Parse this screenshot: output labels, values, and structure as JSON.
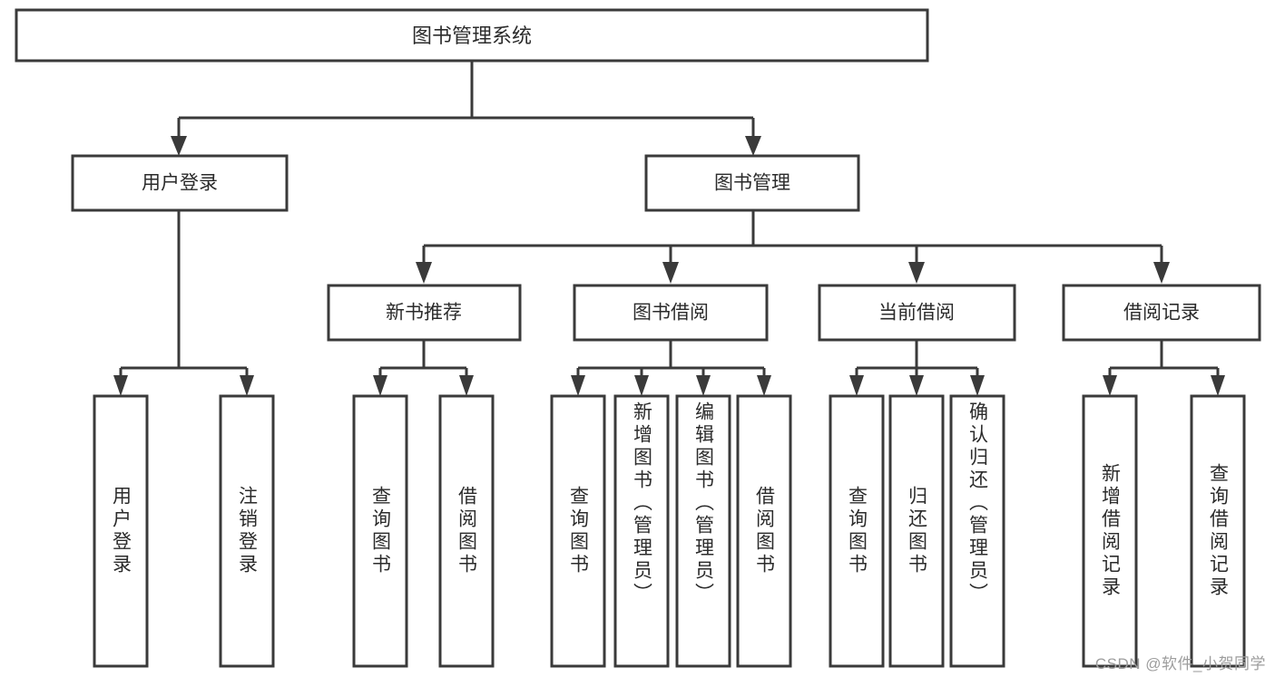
{
  "diagram": {
    "type": "tree-hierarchy-chart",
    "title": "图书管理系统",
    "colors": {
      "stroke": "#3a3a3a",
      "fill": "#ffffff",
      "text": "#2b2b2b",
      "watermark": "#9d9d9d",
      "background": "#ffffff"
    },
    "root": {
      "id": "root",
      "label": "图书管理系统",
      "orientation": "horizontal"
    },
    "level2": [
      {
        "id": "user-login",
        "label": "用户登录",
        "orientation": "horizontal"
      },
      {
        "id": "book-management",
        "label": "图书管理",
        "orientation": "horizontal"
      }
    ],
    "level3": [
      {
        "id": "new-book-recommend",
        "label": "新书推荐",
        "parent": "book-management",
        "orientation": "horizontal"
      },
      {
        "id": "book-borrow",
        "label": "图书借阅",
        "parent": "book-management",
        "orientation": "horizontal"
      },
      {
        "id": "current-borrow",
        "label": "当前借阅",
        "parent": "book-management",
        "orientation": "horizontal"
      },
      {
        "id": "borrow-record",
        "label": "借阅记录",
        "parent": "book-management",
        "orientation": "horizontal"
      }
    ],
    "leaves": [
      {
        "id": "leaf-user-login",
        "label": "用户登录",
        "parent": "user-login",
        "orientation": "vertical"
      },
      {
        "id": "leaf-logout-login",
        "label": "注销登录",
        "parent": "user-login",
        "orientation": "vertical"
      },
      {
        "id": "leaf-query-book-1",
        "label": "查询图书",
        "parent": "new-book-recommend",
        "orientation": "vertical"
      },
      {
        "id": "leaf-borrow-book-1",
        "label": "借阅图书",
        "parent": "new-book-recommend",
        "orientation": "vertical"
      },
      {
        "id": "leaf-query-book-2",
        "label": "查询图书",
        "parent": "book-borrow",
        "orientation": "vertical"
      },
      {
        "id": "leaf-add-book",
        "label": "新增图书（管理员）",
        "parent": "book-borrow",
        "orientation": "vertical"
      },
      {
        "id": "leaf-edit-book",
        "label": "编辑图书（管理员）",
        "parent": "book-borrow",
        "orientation": "vertical"
      },
      {
        "id": "leaf-borrow-book-2",
        "label": "借阅图书",
        "parent": "book-borrow",
        "orientation": "vertical"
      },
      {
        "id": "leaf-query-book-3",
        "label": "查询图书",
        "parent": "current-borrow",
        "orientation": "vertical"
      },
      {
        "id": "leaf-return-book",
        "label": "归还图书",
        "parent": "current-borrow",
        "orientation": "vertical"
      },
      {
        "id": "leaf-confirm-return",
        "label": "确认归还（管理员）",
        "parent": "current-borrow",
        "orientation": "vertical"
      },
      {
        "id": "leaf-add-record",
        "label": "新增借阅记录",
        "parent": "borrow-record",
        "orientation": "vertical"
      },
      {
        "id": "leaf-query-record",
        "label": "查询借阅记录",
        "parent": "borrow-record",
        "orientation": "vertical"
      }
    ],
    "watermark": "CSDN @软件_小贺同学"
  }
}
